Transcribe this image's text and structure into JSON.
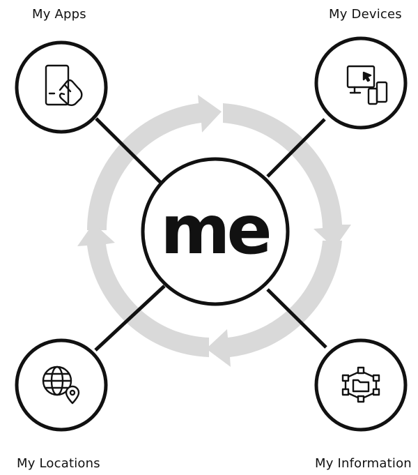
{
  "center": {
    "label": "me"
  },
  "nodes": [
    {
      "label": "My Apps",
      "icon": "tablet-touch-icon"
    },
    {
      "label": "My Devices",
      "icon": "devices-icon"
    },
    {
      "label": "My Locations",
      "icon": "globe-location-icon"
    },
    {
      "label": "My Information",
      "icon": "network-folder-icon"
    }
  ],
  "colors": {
    "stroke": "#111111",
    "cycle_arrows": "#d9d9d9",
    "background": "#ffffff"
  }
}
